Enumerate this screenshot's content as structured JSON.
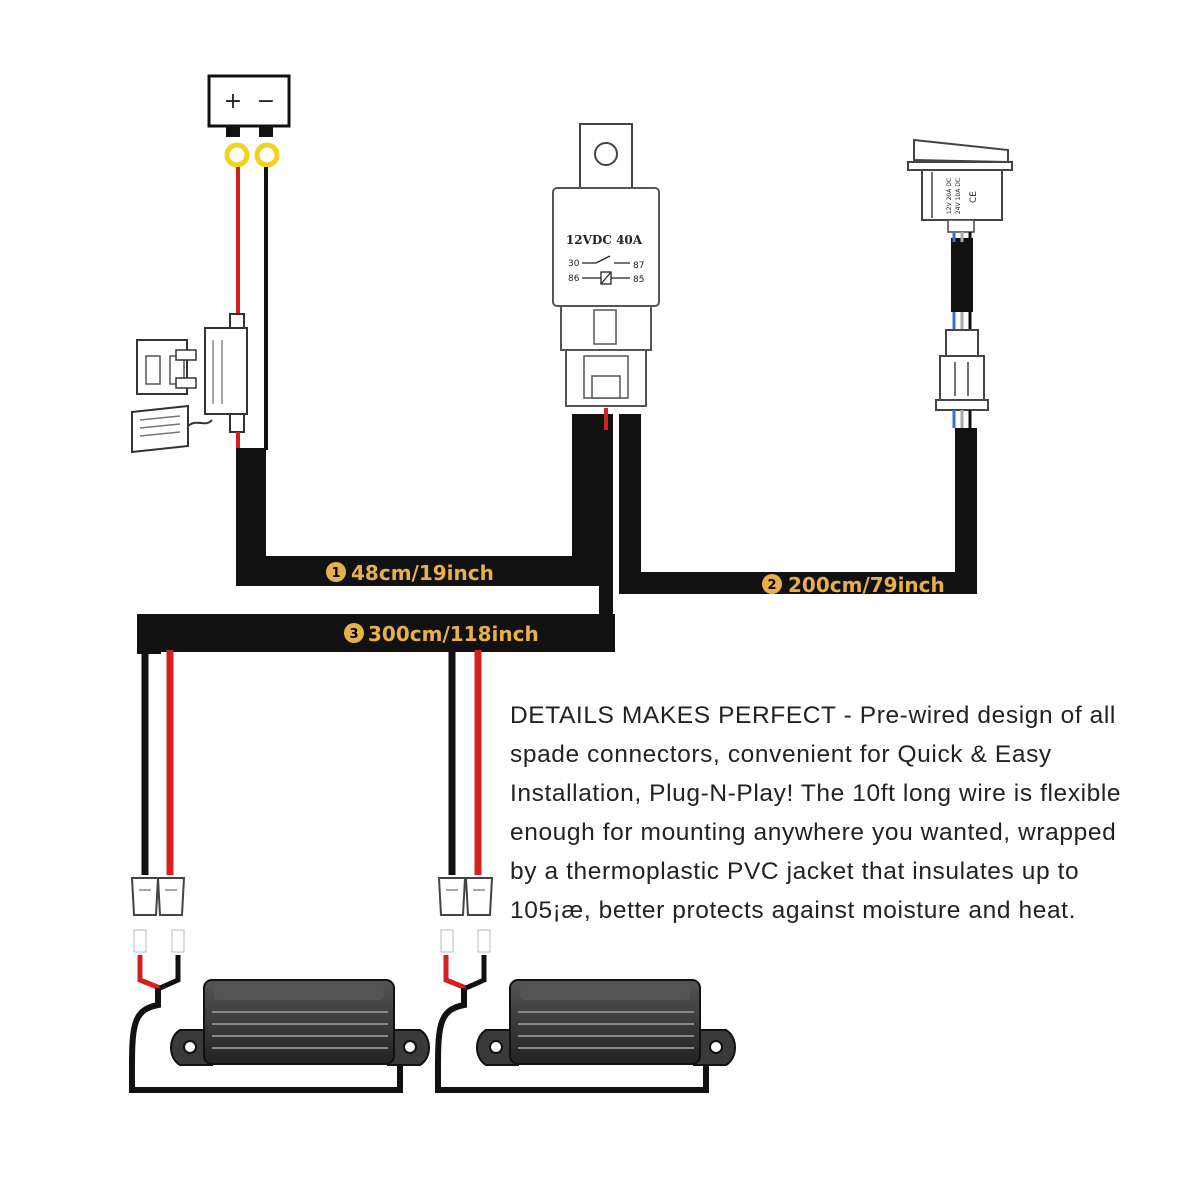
{
  "battery": {
    "plus": "+",
    "minus": "−"
  },
  "relay": {
    "rating": "12VDC 40A",
    "pin_30": "30",
    "pin_87": "87",
    "pin_86": "86",
    "pin_85": "85"
  },
  "switch": {
    "ce_mark": "CE",
    "spec_line_1": "12V  20A  DC",
    "spec_line_2": "24V  10A  DC"
  },
  "wires": [
    {
      "number": "1",
      "length": "48cm/19inch"
    },
    {
      "number": "2",
      "length": "200cm/79inch"
    },
    {
      "number": "3",
      "length": "300cm/118inch"
    }
  ],
  "description_lines": [
    "DETAILS MAKES PERFECT - Pre-wired design of all",
    "spade connectors, convenient for Quick & Easy",
    "Installation, Plug-N-Play! The 10ft long wire is flexible",
    "enough for mounting anywhere you wanted, wrapped",
    "by a thermoplastic PVC jacket that insulates up to",
    "105¡æ, better protects against moisture and heat."
  ],
  "colors": {
    "sheath": "#111111",
    "positive_wire": "#d42020",
    "label_text": "#e8b04a",
    "fuse_terminal": "#f2d21a"
  }
}
